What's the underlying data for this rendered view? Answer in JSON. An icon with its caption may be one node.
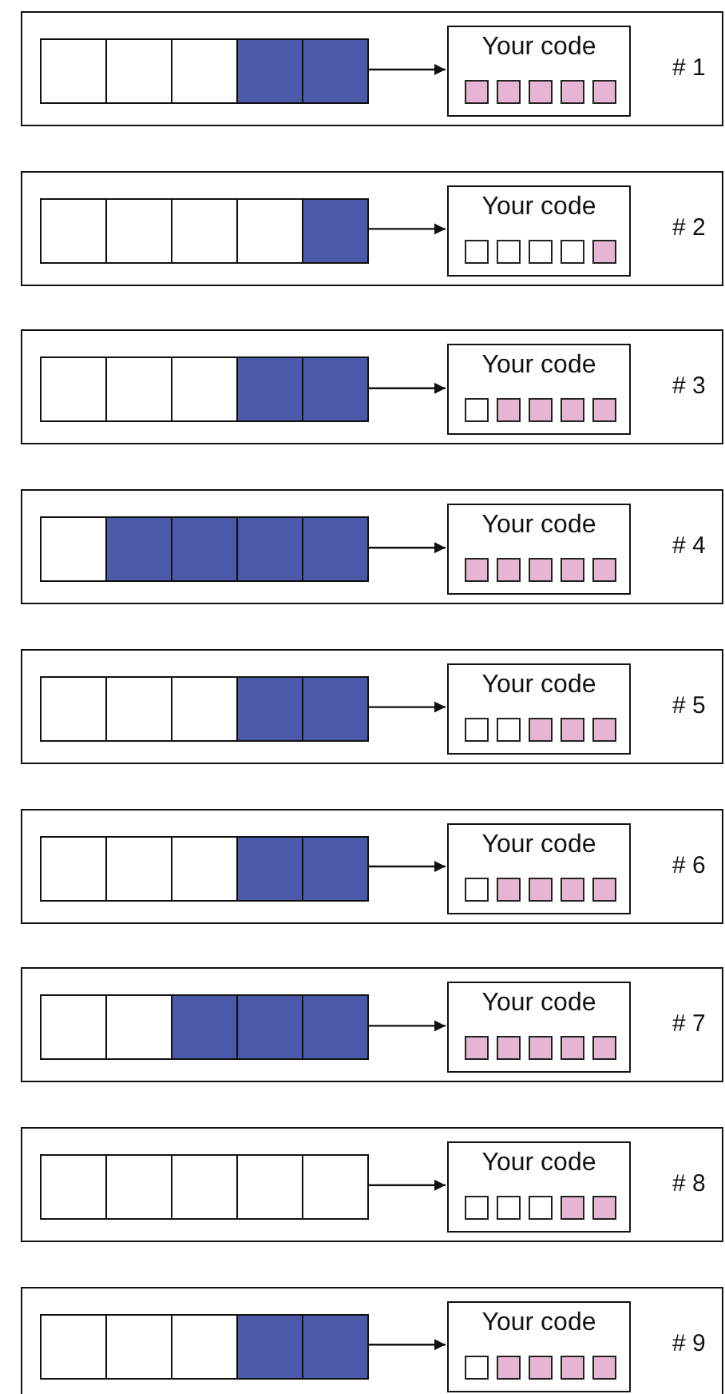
{
  "diagram": {
    "nodes": [
      {
        "text": [
          "# 1"
        ]
      },
      {
        "text": [],
        "shape": "box",
        "in": 0
      },
      {
        "text": [],
        "shape": "box",
        "in": 0
      },
      {
        "text": [],
        "shape": "box",
        "in": 0
      },
      {
        "text": [],
        "shape": "box",
        "in": 0
      },
      {
        "text": [],
        "shape": "box",
        "in": 0
      },
      {
        "text": [
          "Your code"
        ],
        "in": 0
      },
      {
        "text": [],
        "shape": "box",
        "in": 6
      },
      {
        "text": [],
        "shape": "box",
        "in": 6
      },
      {
        "text": [],
        "shape": "box",
        "in": 6
      },
      {
        "text": [],
        "shape": "box",
        "in": 6
      },
      {
        "text": [],
        "shape": "box",
        "in": 6
      },
      {
        "text": [
          "# 2"
        ]
      },
      {
        "text": [],
        "shape": "box",
        "in": 12
      },
      {
        "text": [],
        "shape": "box",
        "in": 12
      },
      {
        "text": [],
        "shape": "box",
        "in": 12
      },
      {
        "text": [],
        "shape": "box",
        "in": 12
      },
      {
        "text": [],
        "shape": "box",
        "in": 12
      },
      {
        "text": [
          "Your code"
        ],
        "in": 12
      },
      {
        "text": [],
        "shape": "box",
        "in": 18
      },
      {
        "text": [],
        "shape": "box",
        "in": 18
      },
      {
        "text": [],
        "shape": "box",
        "in": 18
      },
      {
        "text": [],
        "shape": "box",
        "in": 18
      },
      {
        "text": [],
        "shape": "box",
        "in": 18
      },
      {
        "text": [
          "# 3"
        ]
      },
      {
        "text": [],
        "shape": "box",
        "in": 24
      },
      {
        "text": [],
        "shape": "box",
        "in": 24
      },
      {
        "text": [],
        "shape": "box",
        "in": 24
      },
      {
        "text": [],
        "shape": "box",
        "in": 24
      },
      {
        "text": [],
        "shape": "box",
        "in": 24
      },
      {
        "text": [
          "Your code"
        ],
        "in": 24
      },
      {
        "text": [],
        "shape": "box",
        "in": 30
      },
      {
        "text": [],
        "shape": "box",
        "in": 30
      },
      {
        "text": [],
        "shape": "box",
        "in": 30
      },
      {
        "text": [],
        "shape": "box",
        "in": 30
      },
      {
        "text": [],
        "shape": "box",
        "in": 30
      },
      {
        "text": [
          "# 4"
        ]
      },
      {
        "text": [],
        "shape": "box",
        "in": 36
      },
      {
        "text": [],
        "shape": "box",
        "in": 36
      },
      {
        "text": [],
        "shape": "box",
        "in": 36
      },
      {
        "text": [],
        "shape": "box",
        "in": 36
      },
      {
        "text": [],
        "shape": "box",
        "in": 36
      },
      {
        "text": [
          "Your code"
        ],
        "in": 36
      },
      {
        "text": [],
        "shape": "box",
        "in": 42
      },
      {
        "text": [],
        "shape": "box",
        "in": 42
      },
      {
        "text": [],
        "shape": "box",
        "in": 42
      },
      {
        "text": [],
        "shape": "box",
        "in": 42
      },
      {
        "text": [],
        "shape": "box",
        "in": 42
      },
      {
        "text": [
          "# 5"
        ]
      },
      {
        "text": [],
        "shape": "box",
        "in": 48
      },
      {
        "text": [],
        "shape": "box",
        "in": 48
      },
      {
        "text": [],
        "shape": "box",
        "in": 48
      },
      {
        "text": [],
        "shape": "box",
        "in": 48
      },
      {
        "text": [],
        "shape": "box",
        "in": 48
      },
      {
        "text": [
          "Your code"
        ],
        "in": 48
      },
      {
        "text": [],
        "shape": "box",
        "in": 54
      },
      {
        "text": [],
        "shape": "box",
        "in": 54
      },
      {
        "text": [],
        "shape": "box",
        "in": 54
      },
      {
        "text": [],
        "shape": "box",
        "in": 54
      },
      {
        "text": [],
        "shape": "box",
        "in": 54
      },
      {
        "text": [
          "# 6"
        ]
      },
      {
        "text": [],
        "shape": "box",
        "in": 60
      },
      {
        "text": [],
        "shape": "box",
        "in": 60
      },
      {
        "text": [],
        "shape": "box",
        "in": 60
      },
      {
        "text": [],
        "shape": "box",
        "in": 60
      },
      {
        "text": [],
        "shape": "box",
        "in": 60
      },
      {
        "text": [
          "Your code"
        ],
        "in": 60
      },
      {
        "text": [],
        "shape": "box",
        "in": 66
      },
      {
        "text": [],
        "shape": "box",
        "in": 66
      },
      {
        "text": [],
        "shape": "box",
        "in": 66
      },
      {
        "text": [],
        "shape": "box",
        "in": 66
      },
      {
        "text": [],
        "shape": "box",
        "in": 66
      },
      {
        "text": [
          "# 7"
        ]
      },
      {
        "text": [],
        "shape": "box",
        "in": 72
      },
      {
        "text": [],
        "shape": "box",
        "in": 72
      },
      {
        "text": [],
        "shape": "box",
        "in": 72
      },
      {
        "text": [],
        "shape": "box",
        "in": 72
      },
      {
        "text": [],
        "shape": "box",
        "in": 72
      },
      {
        "text": [
          "Your code"
        ],
        "in": 72
      },
      {
        "text": [],
        "shape": "box",
        "in": 78
      },
      {
        "text": [],
        "shape": "box",
        "in": 78
      },
      {
        "text": [],
        "shape": "box",
        "in": 78
      },
      {
        "text": [],
        "shape": "box",
        "in": 78
      },
      {
        "text": [],
        "shape": "box",
        "in": 78
      },
      {
        "text": [
          "# 8"
        ]
      },
      {
        "text": [],
        "shape": "box",
        "in": 84
      },
      {
        "text": [],
        "shape": "box",
        "in": 84
      },
      {
        "text": [],
        "shape": "box",
        "in": 84
      },
      {
        "text": [],
        "shape": "box",
        "in": 84
      },
      {
        "text": [],
        "shape": "box",
        "in": 84
      },
      {
        "text": [
          "Your code"
        ],
        "in": 84
      },
      {
        "text": [],
        "shape": "box",
        "in": 90
      },
      {
        "text": [],
        "shape": "box",
        "in": 90
      },
      {
        "text": [],
        "shape": "box",
        "in": 90
      },
      {
        "text": [],
        "shape": "box",
        "in": 90
      },
      {
        "text": [],
        "shape": "box",
        "in": 90
      },
      {
        "text": [
          "# 9"
        ]
      },
      {
        "text": [],
        "shape": "box",
        "in": 96
      },
      {
        "text": [],
        "shape": "box",
        "in": 96
      },
      {
        "text": [],
        "shape": "box",
        "in": 96
      },
      {
        "text": [],
        "shape": "box",
        "in": 96
      },
      {
        "text": [],
        "shape": "box",
        "in": 96
      },
      {
        "text": [
          "Your code"
        ],
        "in": 96
      },
      {
        "text": [],
        "shape": "box",
        "in": 102
      },
      {
        "text": [],
        "shape": "box",
        "in": 102
      },
      {
        "text": [],
        "shape": "box",
        "in": 102
      },
      {
        "text": [],
        "shape": "box",
        "in": 102
      },
      {
        "text": [],
        "shape": "box",
        "in": 102
      }
    ],
    "edges": [
      {
        "from": 5,
        "to": 6,
        "arrow": "to"
      },
      {
        "from": 17,
        "to": 18,
        "arrow": "to"
      },
      {
        "from": 29,
        "to": 30,
        "arrow": "to"
      },
      {
        "from": 41,
        "to": 42,
        "arrow": "to"
      },
      {
        "from": 53,
        "to": 54,
        "arrow": "to"
      },
      {
        "from": 65,
        "to": 66,
        "arrow": "to"
      },
      {
        "from": 77,
        "to": 78,
        "arrow": "to"
      },
      {
        "from": 89,
        "to": 90,
        "arrow": "to"
      },
      {
        "from": 101,
        "to": 102,
        "arrow": "to"
      }
    ]
  }
}
